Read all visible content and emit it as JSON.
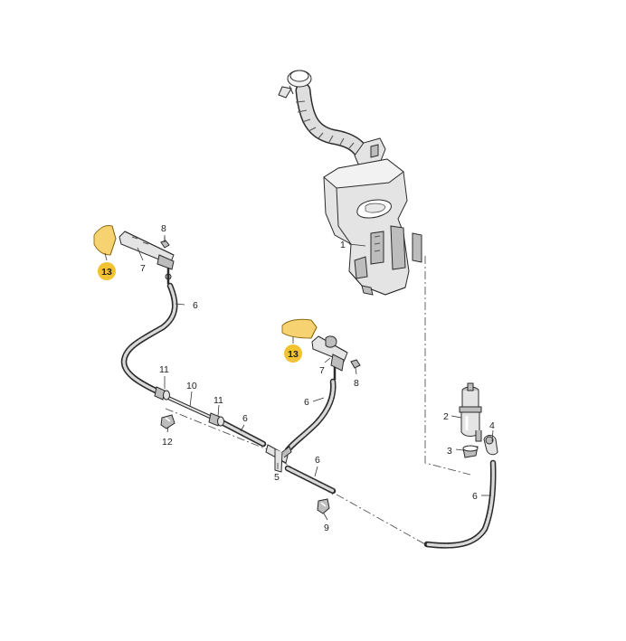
{
  "callouts": {
    "tank": "1",
    "pump": "2",
    "grommet": "3",
    "elbow": "4",
    "t_piece": "5",
    "hose_upper_left": "6",
    "hose_center": "6",
    "hose_lower_middle": "6",
    "hose_right": "6",
    "hose_middle_left": "6",
    "nozzle_left": "7",
    "nozzle_right": "7",
    "screw_left": "8",
    "screw_right": "8",
    "clip_lower": "9",
    "connector": "10",
    "valve_left": "11",
    "valve_right": "11",
    "clip_left": "12",
    "cap_left": "13",
    "cap_right": "13"
  },
  "colors": {
    "highlight_badge": "#f1c232",
    "highlight_cap": "#f6d270",
    "part_fill": "#e4e4e4",
    "outline": "#2b2b2b"
  }
}
